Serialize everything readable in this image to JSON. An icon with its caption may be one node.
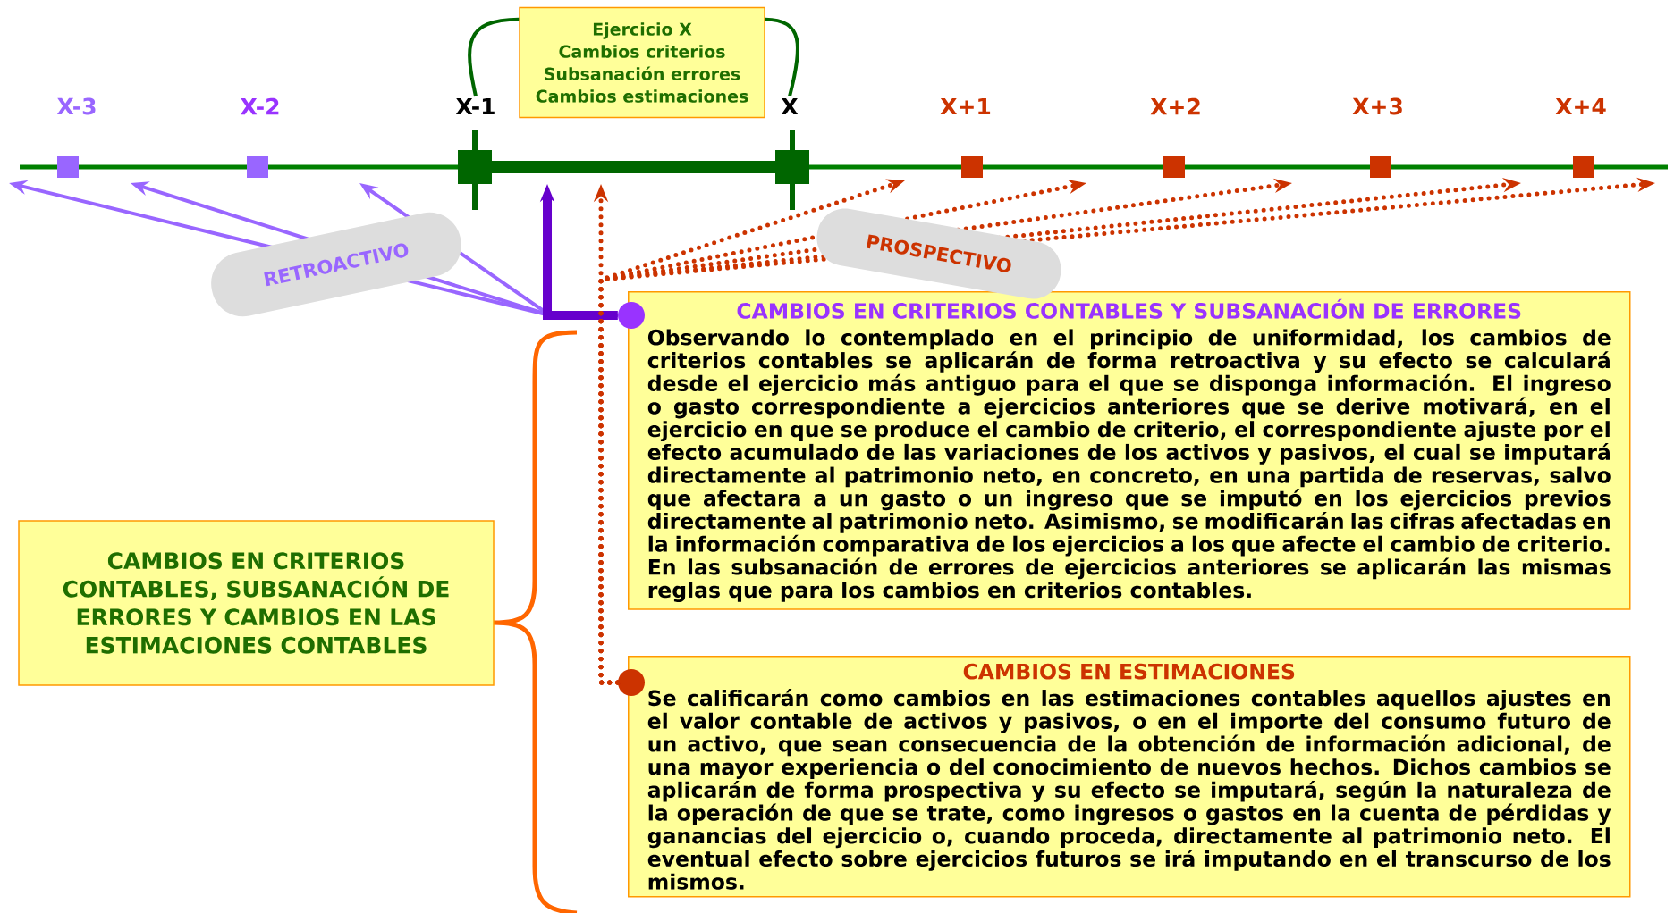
{
  "diagram": {
    "nodes": [
      {
        "text": [
          "Ejercicio X",
          "Cambios criterios",
          "Subsanación errores",
          "Cambios estimaciones"
        ]
      },
      {
        "text": [
          "X-3"
        ]
      },
      {
        "text": [
          "X-2"
        ]
      },
      {
        "text": [
          "X-1"
        ]
      },
      {
        "text": [
          "X"
        ]
      },
      {
        "text": [
          "X+1"
        ]
      },
      {
        "text": [
          "X+2"
        ]
      },
      {
        "text": [
          "X+3"
        ]
      },
      {
        "text": [
          "X+4"
        ]
      },
      {
        "text": [
          "RETROACTIVO"
        ]
      },
      {
        "text": [
          "PROSPECTIVO"
        ]
      },
      {
        "text": [],
        "shape": "circle"
      },
      {
        "text": [
          "CAMBIOS EN CRITERIOS CONTABLES Y SUBSANACIÓN DE ERRORES",
          "Observando lo contemplado en el principio de uniformidad, los cambios de criterios contables se aplicarán de forma retroactiva y su efecto se calculará desde el ejercicio más antiguo para el que se disponga información. El ingreso o gasto correspondiente a ejercicios anteriores que se derive motivará, en el ejercicio en que se produce el cambio de criterio, el correspondiente ajuste por el efecto acumulado de las variaciones de los activos y pasivos, el cual se imputará directamente al patrimonio neto, en concreto, en una partida de reservas, salvo que afectara a un gasto o un ingreso que se imputó en los ejercicios previos directamente al patrimonio neto. Asimismo, se modificarán las cifras afectadas en la información comparativa de los ejercicios a los que afecte el cambio de criterio.",
          "En las subsanación de errores de ejercicios anteriores se aplicarán las mismas reglas que para los cambios en criterios contables."
        ]
      },
      {
        "text": [],
        "shape": "circle"
      },
      {
        "text": [
          "CAMBIOS EN ESTIMACIONES",
          "Se calificarán como cambios en las estimaciones contables aquellos ajustes en el valor contable de activos y pasivos, o en el importe del consumo futuro de un activo, que sean consecuencia de la obtención de información adicional, de una mayor experiencia o del conocimiento de nuevos hechos. Dichos cambios se aplicarán de forma prospectiva y su efecto se imputará, según la naturaleza de la operación de que se trate, como ingresos o gastos en la cuenta de pérdidas y ganancias del ejercicio o, cuando proceda, directamente al patrimonio neto. El eventual efecto sobre ejercicios futuros se irá imputando en el transcurso de los mismos."
        ]
      },
      {
        "text": [
          "CAMBIOS EN CRITERIOS CONTABLES, SUBSANACIÓN DE ERRORES Y CAMBIOS EN LAS ESTIMACIONES CONTABLES"
        ]
      }
    ],
    "edges": [
      {
        "from": 3,
        "to": 0,
        "arrow": "none",
        "color": "#006600"
      },
      {
        "from": 4,
        "to": 0,
        "arrow": "none",
        "color": "#006600"
      },
      {
        "from": 11,
        "to": null,
        "arrow": "to",
        "color": "#9966ff"
      },
      {
        "from": 11,
        "to": null,
        "arrow": "to",
        "color": "#9966ff"
      },
      {
        "from": 11,
        "to": null,
        "arrow": "to",
        "color": "#9966ff"
      },
      {
        "from": 11,
        "to": null,
        "arrow": "to",
        "style": "thick",
        "color": "#6600cc"
      },
      {
        "from": 13,
        "to": null,
        "arrow": "to",
        "style": "dashed",
        "color": "#cc3300"
      },
      {
        "from": 13,
        "to": null,
        "arrow": "to",
        "style": "dashed",
        "color": "#cc3300"
      },
      {
        "from": 13,
        "to": null,
        "arrow": "to",
        "style": "dashed",
        "color": "#cc3300"
      },
      {
        "from": 13,
        "to": null,
        "arrow": "to",
        "style": "dashed",
        "color": "#cc3300"
      },
      {
        "from": 13,
        "to": null,
        "arrow": "to",
        "style": "dashed",
        "color": "#cc3300"
      },
      {
        "from": 13,
        "to": null,
        "arrow": "to",
        "style": "dashed",
        "color": "#cc3300"
      }
    ]
  }
}
